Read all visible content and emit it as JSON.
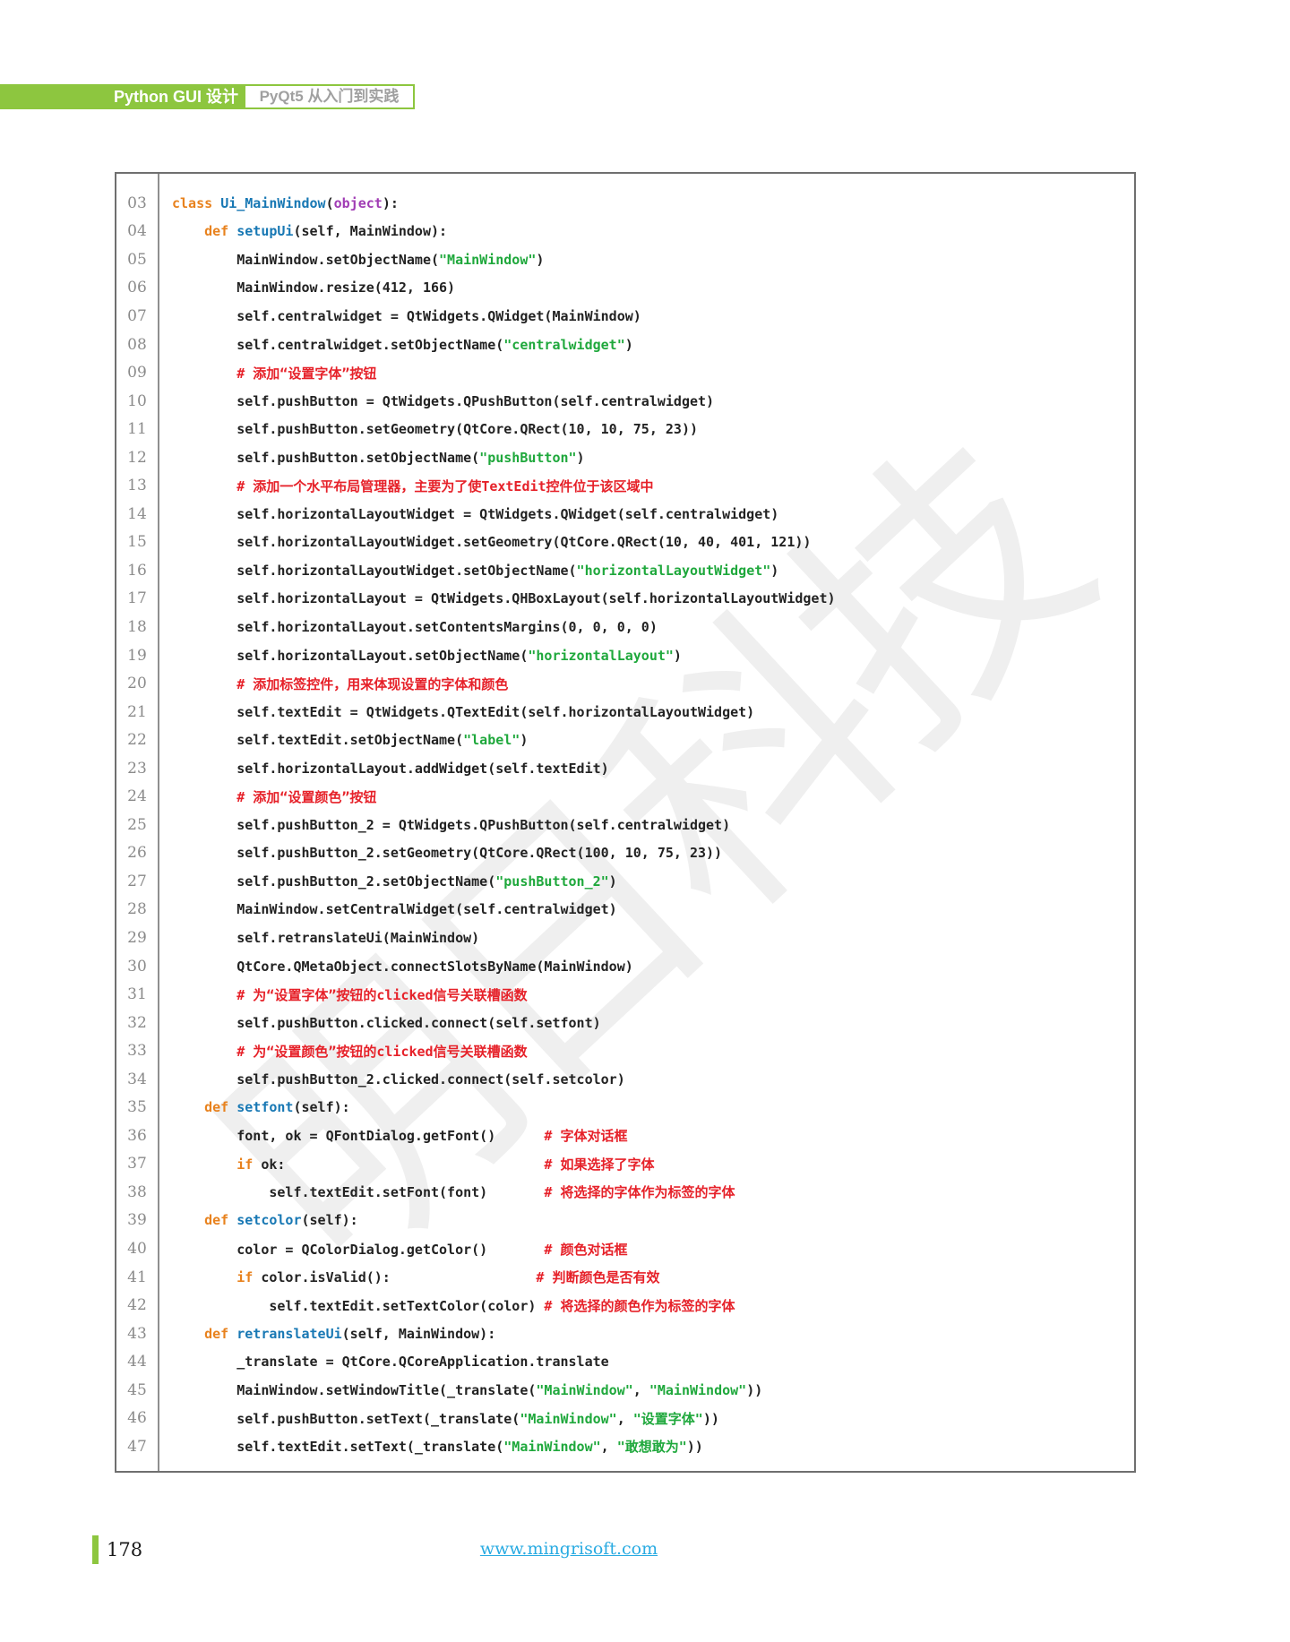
{
  "header": {
    "series_title": "Python GUI 设计",
    "book_title": "PyQt5 从入门到实践"
  },
  "colors": {
    "accent_green": "#8dc63f",
    "keyword_orange": "#e8821e",
    "name_blue": "#1878b4",
    "builtin_purple": "#a03cb4",
    "string_green": "#1fa83c",
    "comment_red": "#e62129",
    "link_blue": "#29abe2",
    "line_number_gray": "#8a8a8a"
  },
  "watermark": {
    "text": "明日科技"
  },
  "code": {
    "lines": [
      {
        "n": "03",
        "tokens": [
          [
            "k",
            "class "
          ],
          [
            "f",
            "Ui_MainWindow"
          ],
          [
            "p",
            "("
          ],
          [
            "b",
            "object"
          ],
          [
            "p",
            "):"
          ]
        ]
      },
      {
        "n": "04",
        "tokens": [
          [
            "p",
            "    "
          ],
          [
            "k",
            "def "
          ],
          [
            "f",
            "setupUi"
          ],
          [
            "p",
            "(self, MainWindow):"
          ]
        ]
      },
      {
        "n": "05",
        "tokens": [
          [
            "p",
            "        MainWindow.setObjectName("
          ],
          [
            "s",
            "\"MainWindow\""
          ],
          [
            "p",
            ")"
          ]
        ]
      },
      {
        "n": "06",
        "tokens": [
          [
            "p",
            "        MainWindow.resize(412, 166)"
          ]
        ]
      },
      {
        "n": "07",
        "tokens": [
          [
            "p",
            "        self.centralwidget = QtWidgets.QWidget(MainWindow)"
          ]
        ]
      },
      {
        "n": "08",
        "tokens": [
          [
            "p",
            "        self.centralwidget.setObjectName("
          ],
          [
            "s",
            "\"centralwidget\""
          ],
          [
            "p",
            ")"
          ]
        ]
      },
      {
        "n": "09",
        "tokens": [
          [
            "p",
            "        "
          ],
          [
            "c",
            "# 添加“设置字体”按钮"
          ]
        ]
      },
      {
        "n": "10",
        "tokens": [
          [
            "p",
            "        self.pushButton = QtWidgets.QPushButton(self.centralwidget)"
          ]
        ]
      },
      {
        "n": "11",
        "tokens": [
          [
            "p",
            "        self.pushButton.setGeometry(QtCore.QRect(10, 10, 75, 23))"
          ]
        ]
      },
      {
        "n": "12",
        "tokens": [
          [
            "p",
            "        self.pushButton.setObjectName("
          ],
          [
            "s",
            "\"pushButton\""
          ],
          [
            "p",
            ")"
          ]
        ]
      },
      {
        "n": "13",
        "tokens": [
          [
            "p",
            "        "
          ],
          [
            "c",
            "# 添加一个水平布局管理器，主要为了使TextEdit控件位于该区域中"
          ]
        ]
      },
      {
        "n": "14",
        "tokens": [
          [
            "p",
            "        self.horizontalLayoutWidget = QtWidgets.QWidget(self.centralwidget)"
          ]
        ]
      },
      {
        "n": "15",
        "tokens": [
          [
            "p",
            "        self.horizontalLayoutWidget.setGeometry(QtCore.QRect(10, 40, 401, 121))"
          ]
        ]
      },
      {
        "n": "16",
        "tokens": [
          [
            "p",
            "        self.horizontalLayoutWidget.setObjectName("
          ],
          [
            "s",
            "\"horizontalLayoutWidget\""
          ],
          [
            "p",
            ")"
          ]
        ]
      },
      {
        "n": "17",
        "tokens": [
          [
            "p",
            "        self.horizontalLayout = QtWidgets.QHBoxLayout(self.horizontalLayoutWidget)"
          ]
        ]
      },
      {
        "n": "18",
        "tokens": [
          [
            "p",
            "        self.horizontalLayout.setContentsMargins(0, 0, 0, 0)"
          ]
        ]
      },
      {
        "n": "19",
        "tokens": [
          [
            "p",
            "        self.horizontalLayout.setObjectName("
          ],
          [
            "s",
            "\"horizontalLayout\""
          ],
          [
            "p",
            ")"
          ]
        ]
      },
      {
        "n": "20",
        "tokens": [
          [
            "p",
            "        "
          ],
          [
            "c",
            "# 添加标签控件，用来体现设置的字体和颜色"
          ]
        ]
      },
      {
        "n": "21",
        "tokens": [
          [
            "p",
            "        self.textEdit = QtWidgets.QTextEdit(self.horizontalLayoutWidget)"
          ]
        ]
      },
      {
        "n": "22",
        "tokens": [
          [
            "p",
            "        self.textEdit.setObjectName("
          ],
          [
            "s",
            "\"label\""
          ],
          [
            "p",
            ")"
          ]
        ]
      },
      {
        "n": "23",
        "tokens": [
          [
            "p",
            "        self.horizontalLayout.addWidget(self.textEdit)"
          ]
        ]
      },
      {
        "n": "24",
        "tokens": [
          [
            "p",
            "        "
          ],
          [
            "c",
            "# 添加“设置颜色”按钮"
          ]
        ]
      },
      {
        "n": "25",
        "tokens": [
          [
            "p",
            "        self.pushButton_2 = QtWidgets.QPushButton(self.centralwidget)"
          ]
        ]
      },
      {
        "n": "26",
        "tokens": [
          [
            "p",
            "        self.pushButton_2.setGeometry(QtCore.QRect(100, 10, 75, 23))"
          ]
        ]
      },
      {
        "n": "27",
        "tokens": [
          [
            "p",
            "        self.pushButton_2.setObjectName("
          ],
          [
            "s",
            "\"pushButton_2\""
          ],
          [
            "p",
            ")"
          ]
        ]
      },
      {
        "n": "28",
        "tokens": [
          [
            "p",
            "        MainWindow.setCentralWidget(self.centralwidget)"
          ]
        ]
      },
      {
        "n": "29",
        "tokens": [
          [
            "p",
            "        self.retranslateUi(MainWindow)"
          ]
        ]
      },
      {
        "n": "30",
        "tokens": [
          [
            "p",
            "        QtCore.QMetaObject.connectSlotsByName(MainWindow)"
          ]
        ]
      },
      {
        "n": "31",
        "tokens": [
          [
            "p",
            "        "
          ],
          [
            "c",
            "# 为“设置字体”按钮的clicked信号关联槽函数"
          ]
        ]
      },
      {
        "n": "32",
        "tokens": [
          [
            "p",
            "        self.pushButton.clicked.connect(self.setfont)"
          ]
        ]
      },
      {
        "n": "33",
        "tokens": [
          [
            "p",
            "        "
          ],
          [
            "c",
            "# 为“设置颜色”按钮的clicked信号关联槽函数"
          ]
        ]
      },
      {
        "n": "34",
        "tokens": [
          [
            "p",
            "        self.pushButton_2.clicked.connect(self.setcolor)"
          ]
        ]
      },
      {
        "n": "35",
        "tokens": [
          [
            "p",
            "    "
          ],
          [
            "k",
            "def "
          ],
          [
            "f",
            "setfont"
          ],
          [
            "p",
            "(self):"
          ]
        ]
      },
      {
        "n": "36",
        "tokens": [
          [
            "p",
            "        font, ok = QFontDialog.getFont()      "
          ],
          [
            "c",
            "# 字体对话框"
          ]
        ]
      },
      {
        "n": "37",
        "tokens": [
          [
            "p",
            "        "
          ],
          [
            "k",
            "if"
          ],
          [
            "p",
            " ok:                                "
          ],
          [
            "c",
            "# 如果选择了字体"
          ]
        ]
      },
      {
        "n": "38",
        "tokens": [
          [
            "p",
            "            self.textEdit.setFont(font)       "
          ],
          [
            "c",
            "# 将选择的字体作为标签的字体"
          ]
        ]
      },
      {
        "n": "39",
        "tokens": [
          [
            "p",
            "    "
          ],
          [
            "k",
            "def "
          ],
          [
            "f",
            "setcolor"
          ],
          [
            "p",
            "(self):"
          ]
        ]
      },
      {
        "n": "40",
        "tokens": [
          [
            "p",
            "        color = QColorDialog.getColor()       "
          ],
          [
            "c",
            "# 颜色对话框"
          ]
        ]
      },
      {
        "n": "41",
        "tokens": [
          [
            "p",
            "        "
          ],
          [
            "k",
            "if"
          ],
          [
            "p",
            " color.isValid():                  "
          ],
          [
            "c",
            "# 判断颜色是否有效"
          ]
        ]
      },
      {
        "n": "42",
        "tokens": [
          [
            "p",
            "            self.textEdit.setTextColor(color) "
          ],
          [
            "c",
            "# 将选择的颜色作为标签的字体"
          ]
        ]
      },
      {
        "n": "43",
        "tokens": [
          [
            "p",
            "    "
          ],
          [
            "k",
            "def "
          ],
          [
            "f",
            "retranslateUi"
          ],
          [
            "p",
            "(self, MainWindow):"
          ]
        ]
      },
      {
        "n": "44",
        "tokens": [
          [
            "p",
            "        _translate = QtCore.QCoreApplication.translate"
          ]
        ]
      },
      {
        "n": "45",
        "tokens": [
          [
            "p",
            "        MainWindow.setWindowTitle(_translate("
          ],
          [
            "s",
            "\"MainWindow\""
          ],
          [
            "p",
            ", "
          ],
          [
            "s",
            "\"MainWindow\""
          ],
          [
            "p",
            "))"
          ]
        ]
      },
      {
        "n": "46",
        "tokens": [
          [
            "p",
            "        self.pushButton.setText(_translate("
          ],
          [
            "s",
            "\"MainWindow\""
          ],
          [
            "p",
            ", "
          ],
          [
            "s",
            "\"设置字体\""
          ],
          [
            "p",
            "))"
          ]
        ]
      },
      {
        "n": "47",
        "tokens": [
          [
            "p",
            "        self.textEdit.setText(_translate("
          ],
          [
            "s",
            "\"MainWindow\""
          ],
          [
            "p",
            ", "
          ],
          [
            "s",
            "\"敢想敢为\""
          ],
          [
            "p",
            "))"
          ]
        ]
      }
    ]
  },
  "footer": {
    "page_number": "178",
    "website": "www.mingrisoft.com"
  }
}
